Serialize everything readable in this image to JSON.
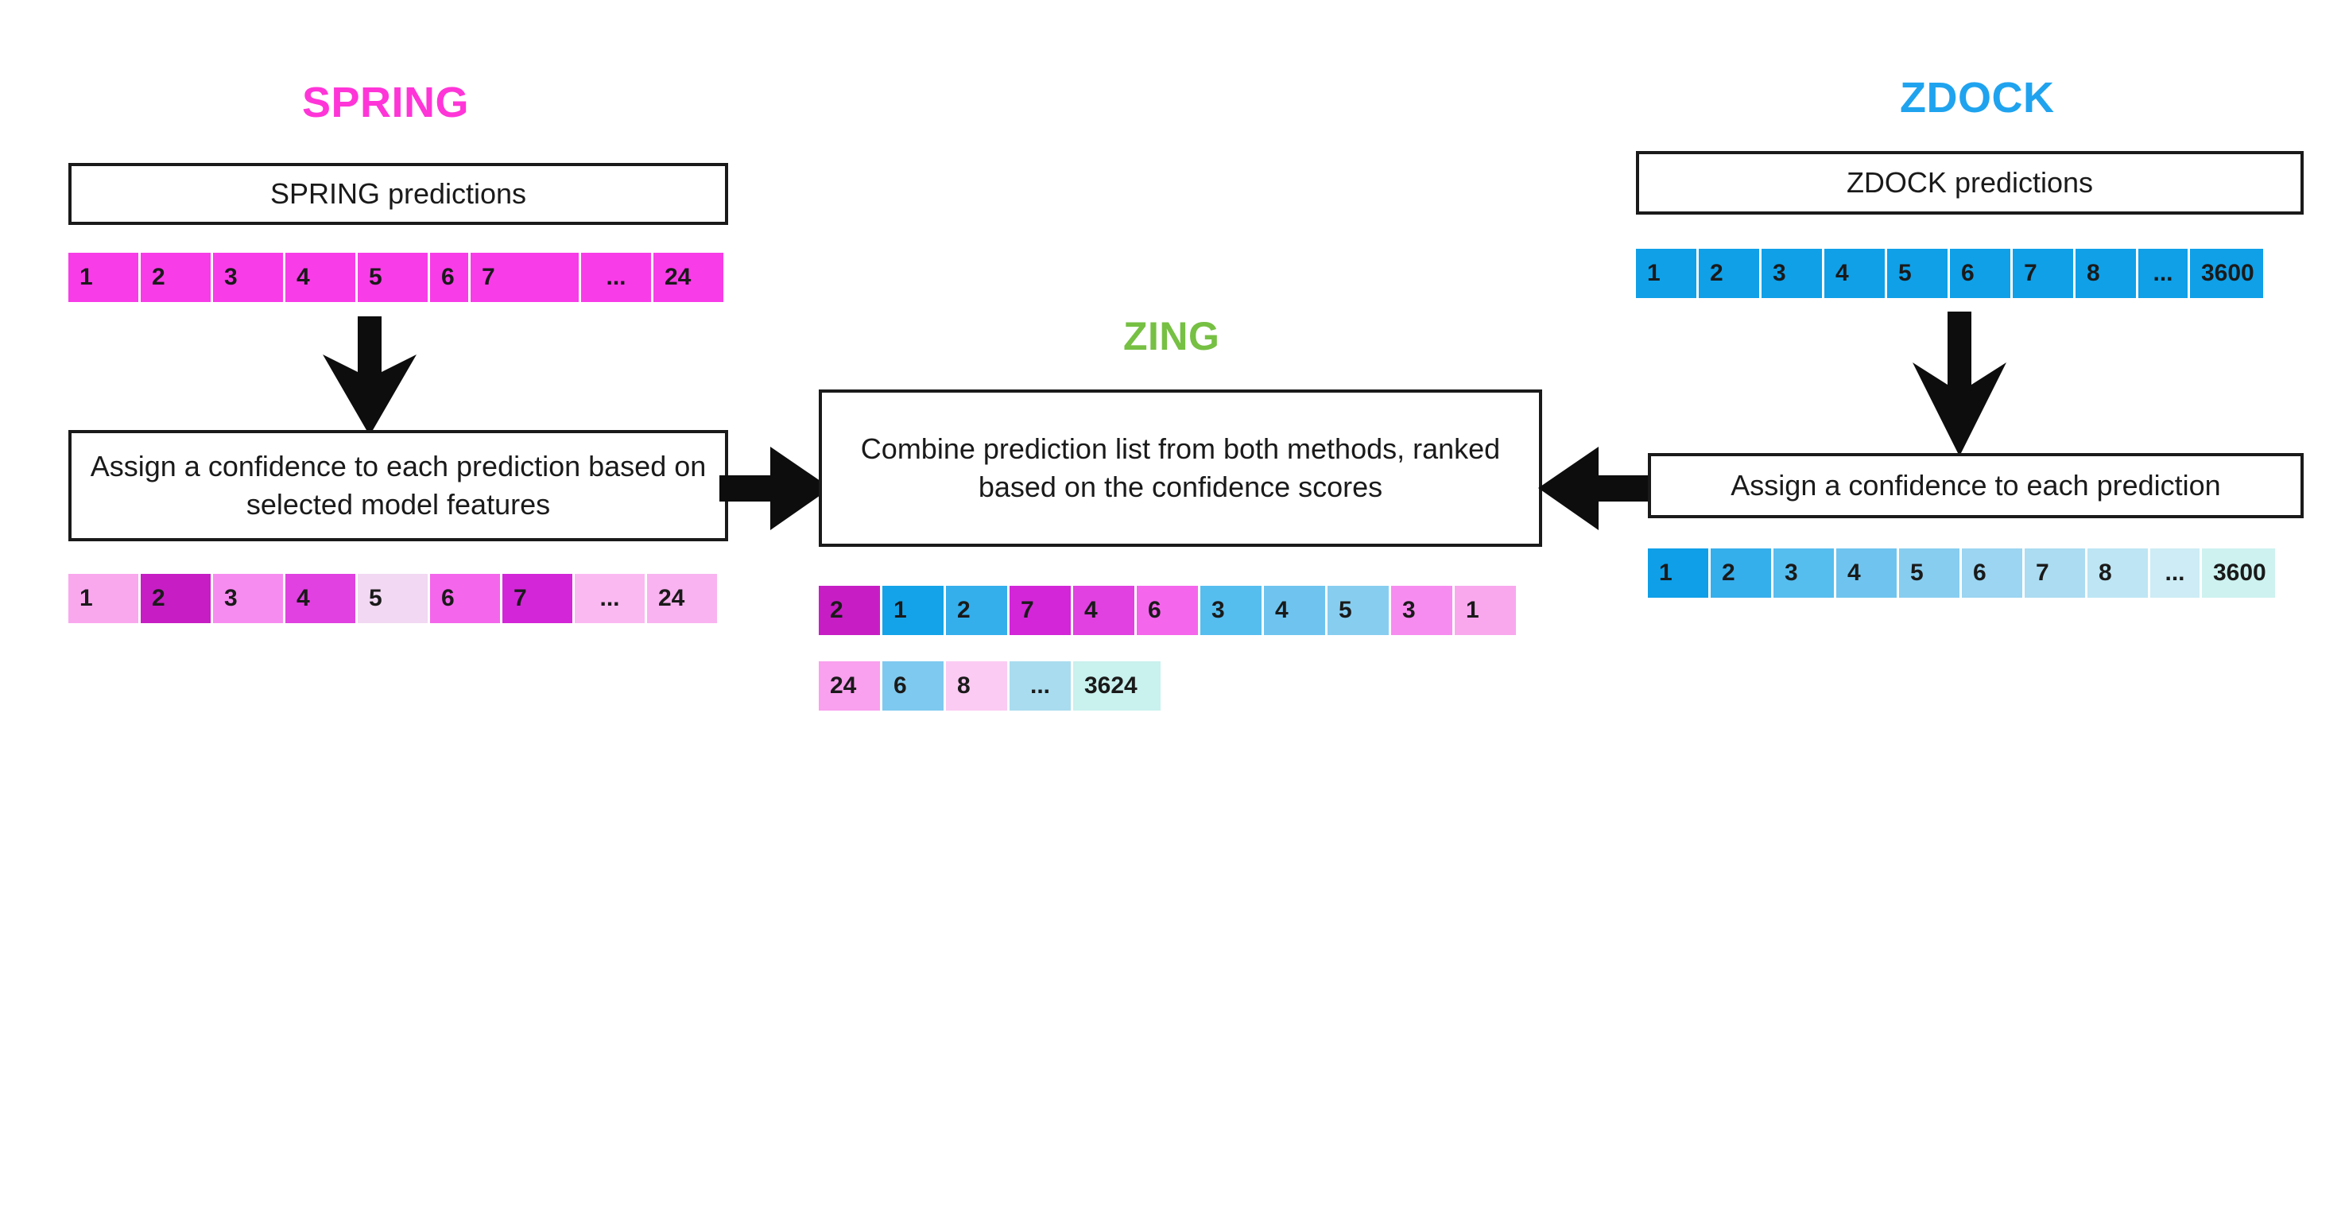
{
  "diagram": {
    "title": "ZING prediction-combination pipeline",
    "background": "#ffffff",
    "colors": {
      "spring_accent": "#ff35d8",
      "zdock_accent": "#1fa3ef",
      "zing_accent": "#76c043",
      "outline": "#1a1a1a",
      "text": "#1a1a1a"
    }
  },
  "spring": {
    "title": "SPRING",
    "title_color": "#ff35d8",
    "predictions_box": "SPRING predictions",
    "step_box": "Assign a confidence to each prediction based on selected model features",
    "predictions_row": {
      "name": "spring-predictions-row",
      "cells": [
        {
          "label": "1",
          "color": "#f83ce8",
          "width": 88
        },
        {
          "label": "2",
          "color": "#f83ce8",
          "width": 88
        },
        {
          "label": "3",
          "color": "#f83ce8",
          "width": 88
        },
        {
          "label": "4",
          "color": "#f83ce8",
          "width": 88
        },
        {
          "label": "5",
          "color": "#f83ce8",
          "width": 88
        },
        {
          "label": "6",
          "color": "#f83ce8",
          "width": 48
        },
        {
          "label": "7",
          "color": "#f83ce8",
          "width": 136
        },
        {
          "label": "...",
          "color": "#f83ce8",
          "width": 88
        },
        {
          "label": "24",
          "color": "#f83ce8",
          "width": 88
        }
      ]
    },
    "confidence_row": {
      "name": "spring-confidence-row",
      "cells": [
        {
          "label": "1",
          "color": "#f9a8ee",
          "width": 88
        },
        {
          "label": "2",
          "color": "#c61ec4",
          "width": 88
        },
        {
          "label": "3",
          "color": "#f78cf0",
          "width": 88
        },
        {
          "label": "4",
          "color": "#e041e0",
          "width": 88
        },
        {
          "label": "5",
          "color": "#f2d8f2",
          "width": 88
        },
        {
          "label": "6",
          "color": "#f466ec",
          "width": 88
        },
        {
          "label": "7",
          "color": "#d326d8",
          "width": 88
        },
        {
          "label": "...",
          "color": "#fbb9f2",
          "width": 88
        },
        {
          "label": "24",
          "color": "#f9b3f0",
          "width": 88
        }
      ]
    }
  },
  "zdock": {
    "title": "ZDOCK",
    "title_color": "#1fa3ef",
    "predictions_box": "ZDOCK predictions",
    "step_box": "Assign a confidence to each prediction",
    "predictions_row": {
      "name": "zdock-predictions-row",
      "cells": [
        {
          "label": "1",
          "color": "#0fa0e8",
          "width": 76
        },
        {
          "label": "2",
          "color": "#0fa0e8",
          "width": 76
        },
        {
          "label": "3",
          "color": "#0fa0e8",
          "width": 76
        },
        {
          "label": "4",
          "color": "#0fa0e8",
          "width": 76
        },
        {
          "label": "5",
          "color": "#0fa0e8",
          "width": 76
        },
        {
          "label": "6",
          "color": "#0fa0e8",
          "width": 76
        },
        {
          "label": "7",
          "color": "#0fa0e8",
          "width": 76
        },
        {
          "label": "8",
          "color": "#0fa0e8",
          "width": 76
        },
        {
          "label": "...",
          "color": "#0fa0e8",
          "width": 62
        },
        {
          "label": "3600",
          "color": "#0fa0e8",
          "width": 92
        }
      ]
    },
    "confidence_row": {
      "name": "zdock-confidence-row",
      "cells": [
        {
          "label": "1",
          "color": "#0e9fe8",
          "width": 76
        },
        {
          "label": "2",
          "color": "#35aeec",
          "width": 76
        },
        {
          "label": "3",
          "color": "#56bdef",
          "width": 76
        },
        {
          "label": "4",
          "color": "#6ec4ef",
          "width": 76
        },
        {
          "label": "5",
          "color": "#87cdf0",
          "width": 76
        },
        {
          "label": "6",
          "color": "#9bd5f1",
          "width": 76
        },
        {
          "label": "7",
          "color": "#abdcf2",
          "width": 76
        },
        {
          "label": "8",
          "color": "#bde5f4",
          "width": 76
        },
        {
          "label": "...",
          "color": "#cdecf5",
          "width": 62
        },
        {
          "label": "3600",
          "color": "#cdf2f0",
          "width": 92
        }
      ]
    }
  },
  "zing": {
    "title": "ZING",
    "title_color": "#76c043",
    "combine_box": "Combine prediction list from both methods, ranked based on the confidence scores",
    "combined_row_1": {
      "name": "zing-combined-row-1",
      "cells": [
        {
          "label": "2",
          "color": "#c61ec4",
          "width": 77
        },
        {
          "label": "1",
          "color": "#14a3e8",
          "width": 77
        },
        {
          "label": "2",
          "color": "#35aeec",
          "width": 77
        },
        {
          "label": "7",
          "color": "#d326d8",
          "width": 77
        },
        {
          "label": "4",
          "color": "#e041e0",
          "width": 77
        },
        {
          "label": "6",
          "color": "#f466ec",
          "width": 77
        },
        {
          "label": "3",
          "color": "#56bdef",
          "width": 77
        },
        {
          "label": "4",
          "color": "#6ec4ef",
          "width": 77
        },
        {
          "label": "5",
          "color": "#87cdf0",
          "width": 77
        },
        {
          "label": "3",
          "color": "#f78cf0",
          "width": 77
        },
        {
          "label": "1",
          "color": "#f9a8ee",
          "width": 77
        }
      ]
    },
    "combined_row_2": {
      "name": "zing-combined-row-2",
      "cells": [
        {
          "label": "24",
          "color": "#f9a0ee",
          "width": 77
        },
        {
          "label": "6",
          "color": "#7ec9ef",
          "width": 77
        },
        {
          "label": "8",
          "color": "#fbcbf3",
          "width": 77
        },
        {
          "label": "...",
          "color": "#a9dcef",
          "width": 77
        },
        {
          "label": "3624",
          "color": "#c9f1ee",
          "width": 110
        }
      ]
    }
  },
  "arrows": [
    {
      "name": "arrow-spring-down",
      "direction": "down",
      "from": "spring-predictions-row",
      "to": "spring-step-box"
    },
    {
      "name": "arrow-zdock-down",
      "direction": "down",
      "from": "zdock-predictions-row",
      "to": "zdock-step-box"
    },
    {
      "name": "arrow-left-to-zing",
      "direction": "right",
      "from": "spring-step-box",
      "to": "zing-combine-box"
    },
    {
      "name": "arrow-right-to-zing",
      "direction": "left",
      "from": "zdock-step-box",
      "to": "zing-combine-box"
    }
  ]
}
